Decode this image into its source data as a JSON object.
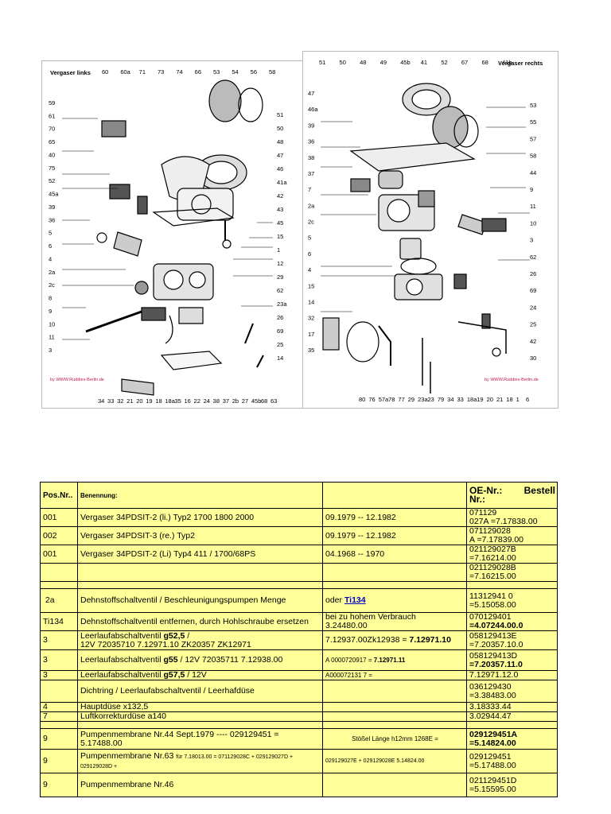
{
  "diagrams": {
    "left": {
      "title": "Vergaser links",
      "credit": "by WWW.Ruddies-Berlin.de",
      "top_labels": [
        "60",
        "60a",
        "71",
        "73",
        "74",
        "66",
        "53",
        "54",
        "56",
        "58"
      ],
      "left_labels": [
        "59",
        "61",
        "70",
        "65",
        "40",
        "75",
        "52",
        "45a",
        "39",
        "36",
        "5",
        "6",
        "4",
        "2a",
        "2c",
        "8",
        "9",
        "10",
        "11",
        "3"
      ],
      "right_labels": [
        "51",
        "50",
        "48",
        "47",
        "46",
        "41a",
        "42",
        "43",
        "45",
        "15",
        "1",
        "12",
        "29",
        "62",
        "23a",
        "26",
        "69",
        "25",
        "14"
      ],
      "bottom_labels": [
        "34",
        "33",
        "32",
        "21",
        "20",
        "19",
        "18",
        "18a",
        "35",
        "16",
        "22",
        "24",
        "38",
        "37",
        "2b",
        "27",
        "45b",
        "68",
        "63"
      ]
    },
    "right": {
      "title": "Vergaser rechts",
      "credit": "by WWW.Ruddies-Berlin.de",
      "top_labels": [
        "51",
        "50",
        "48",
        "49",
        "45b",
        "41",
        "52",
        "67",
        "68",
        "41b"
      ],
      "left_labels": [
        "47",
        "46a",
        "39",
        "36",
        "38",
        "37",
        "7",
        "2a",
        "2c",
        "5",
        "6",
        "4",
        "15",
        "14",
        "32",
        "17",
        "35"
      ],
      "right_labels": [
        "53",
        "55",
        "57",
        "58",
        "44",
        "9",
        "11",
        "10",
        "3",
        "62",
        "26",
        "69",
        "24",
        "25",
        "42",
        "30"
      ],
      "bottom_labels": [
        "80",
        "76",
        "57a",
        "78",
        "77",
        "29",
        "23a",
        "23",
        "79",
        "34",
        "33",
        "18a",
        "19",
        "20",
        "21",
        "18",
        "1",
        "6"
      ]
    }
  },
  "table": {
    "headers": {
      "pos": "Pos.Nr..",
      "benennung": "Benennung:",
      "spec": "",
      "oe_left": "OE-Nr.:",
      "oe_right": "Bestell",
      "oe_line2": "Nr.:"
    },
    "rows": [
      {
        "pos": "001",
        "desc": "Vergaser 34PDSIT-2 (li.)   Typ2   1700 1800  2000",
        "spec": "09.1979 -- 12.1982",
        "oe1": "071129",
        "oe2": "027A  =7.17838.00"
      },
      {
        "pos": "002",
        "desc": "Vergaser 34PDSIT-3 (re.)  Typ2",
        "spec": "09.1979 -- 12.1982",
        "oe1": "071129028",
        "oe2": "A  =7.17839.00"
      },
      {
        "pos": "001",
        "desc": "Vergaser 34PDSIT-2 (Li)   Typ4   411 / 1700/68PS",
        "spec": "04.1968 --      1970",
        "oe1": "021129027B",
        "oe2": "=7.16214.00"
      },
      {
        "pos": "",
        "desc": "",
        "spec": "",
        "oe1": "021129028B",
        "oe2": "=7.16215.00"
      },
      {
        "pos": "2a",
        "desc": "Dehnstoffschaltventil / Beschleunigungspumpen Menge",
        "spec_prefix": "oder ",
        "spec_link": "Ti134",
        "oe1": "11312941 0",
        "oe2": "=5.15058.00"
      },
      {
        "pos": "Ti134",
        "desc": "Dehnstoffschaltventil entfernen, durch Hohlschraube ersetzen",
        "spec1": " bei zu hohem Verbrauch",
        "spec2": "3.24480.00",
        "oe1": "070129401",
        "oe2": "=4.07244.00.0"
      },
      {
        "pos": "3",
        "desc1_a": "Leerlaufabschaltventil ",
        "desc1_b": "g52,5",
        "desc1_c": " /",
        "desc2": "12V  72035710  7.12971.10  ZK20357   ZK12971",
        "spec_a": "7.12937.00Zk12938 = ",
        "spec_b": "7.12971.10",
        "oe1": "058129413E",
        "oe2": "=7.20357.10.0"
      },
      {
        "pos": "3",
        "desc_a": "Leerlaufabschaltventil  ",
        "desc_b": "g55",
        "desc_c": "   / 12V 72035711  7.12938.00",
        "spec_a": "A 0000720917 = ",
        "spec_b": "7.12971.11",
        "oe1": "058129413D",
        "oe2": "=7.20357.11.0"
      },
      {
        "pos": "3",
        "desc_a": "Leerlaufabschaltventil  ",
        "desc_b": "g57,5",
        "desc_c": " / 12V",
        "spec": "A000072131 7 =",
        "oe1": "7.12971.12.0"
      },
      {
        "pos": "",
        "desc": "Dichtring / Leerlaufabschaltventil  / Leerhafdüse",
        "spec": "",
        "oe1": "036129430",
        "oe2": "=3.38483.00"
      },
      {
        "pos": "4",
        "desc": "Hauptdüse  x132,5",
        "spec": "",
        "oe1": "3.18333.44"
      },
      {
        "pos": "7",
        "desc": "Luftkorrekturdüse  a140",
        "spec": "",
        "oe1": "3.02944.47"
      },
      {
        "pos": "9",
        "desc1": "Pumpenmembrane Nr.44  Sept.1979 ----      029129451 =",
        "desc2": "5.17488.00",
        "spec": "Stößel Länge   h12mm    1268E =",
        "oe1": "029129451A",
        "oe2": "=5.14824.00"
      },
      {
        "pos": "9",
        "desc1_a": "Pumpenmembrane Nr.63 ",
        "desc1_b": "für 7.18013.00  = 071129028C  + 029129027D  +",
        "desc2": "029129028D +",
        "spec": "029129027E  + 029129028E    5.14824.00",
        "oe1": "  029129451",
        "oe2": "=5.17488.00"
      },
      {
        "pos": "9",
        "desc": "Pumpenmembrane Nr.46",
        "spec": "",
        "oe1": "021129451D",
        "oe2": "=5.15595.00"
      }
    ]
  }
}
